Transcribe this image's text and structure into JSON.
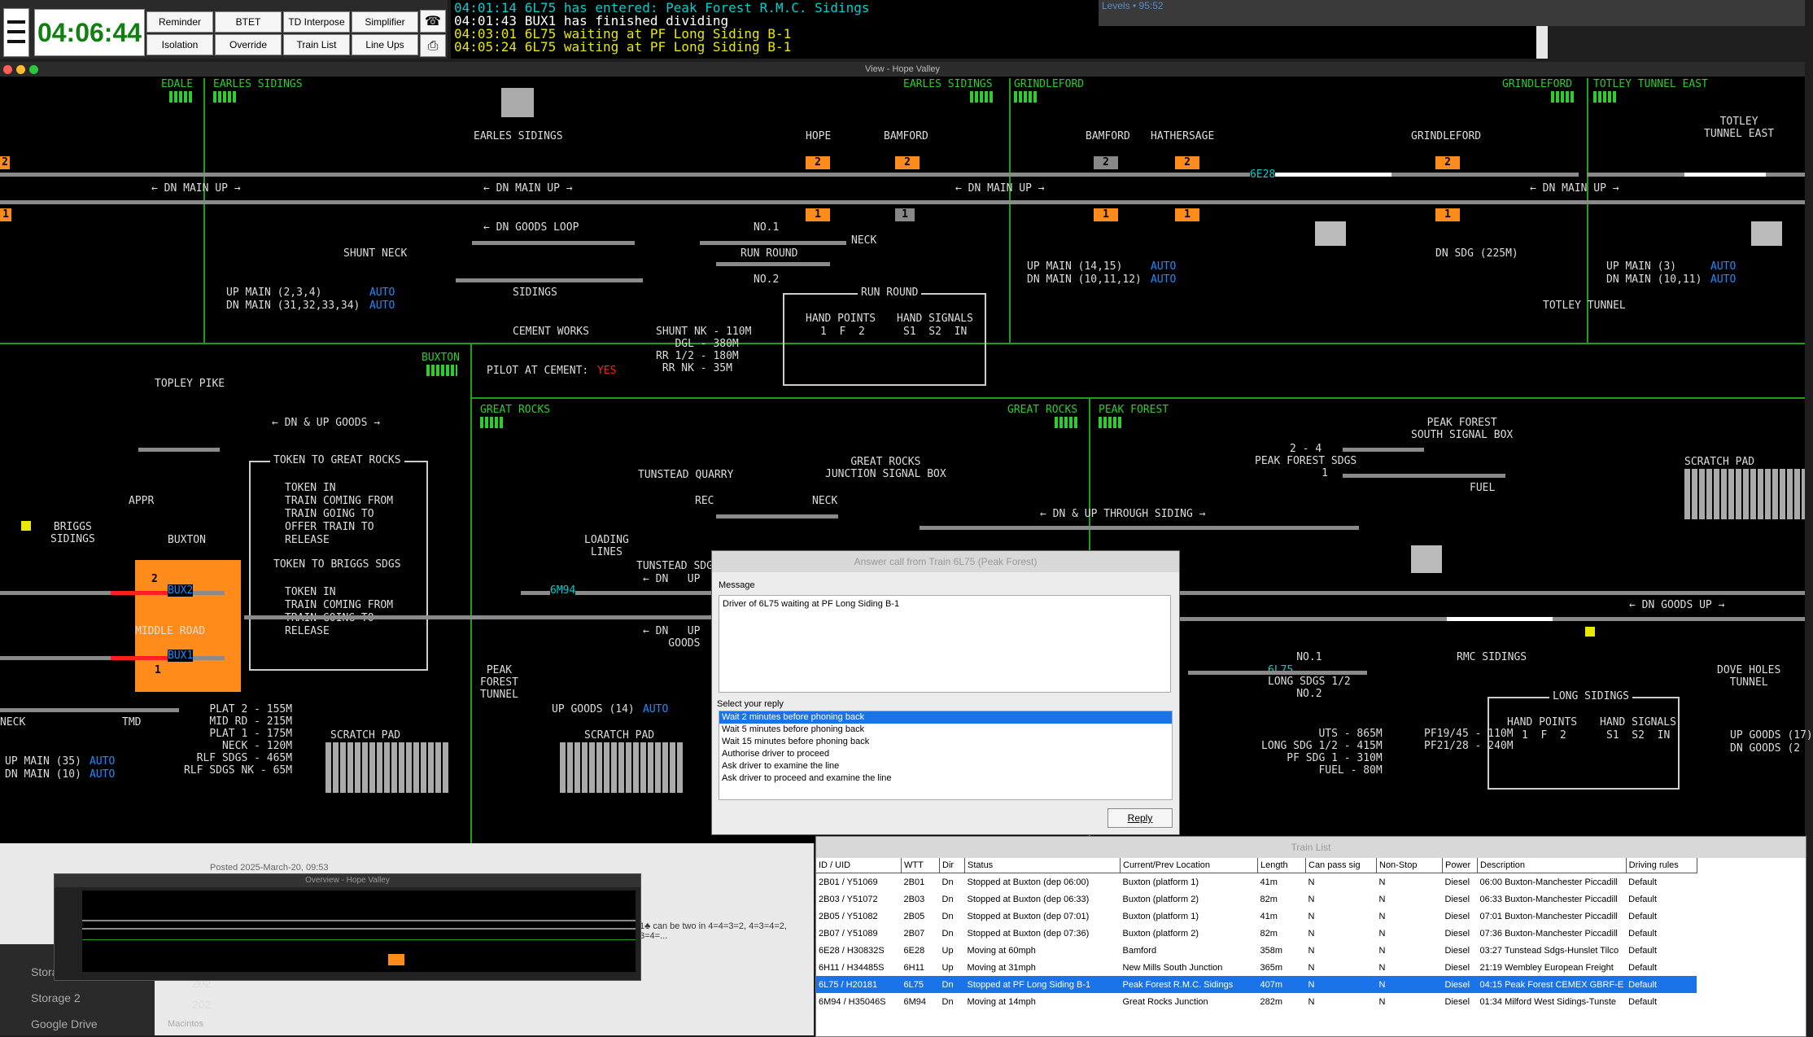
{
  "toolbar": {
    "clock": "04:06:44",
    "buttons": [
      "Reminder",
      "BTET",
      "TD Interpose",
      "Simplifier",
      "Isolation",
      "Override",
      "Train List",
      "Line Ups"
    ]
  },
  "messages": [
    {
      "text": "04:01:14 6L75 has entered: Peak Forest R.M.C. Sidings",
      "color": "#00d0d0"
    },
    {
      "text": "04:01:43 BUX1 has finished dividing",
      "color": "#ffffff"
    },
    {
      "text": "04:03:01 6L75 waiting at PF Long Siding B-1",
      "color": "#e8e800"
    },
    {
      "text": "04:05:24 6L75 waiting at PF Long Siding B-1",
      "color": "#e8e800"
    }
  ],
  "view": {
    "title": "View - Hope Valley",
    "labels": {
      "edale": "EDALE",
      "earles_sidings": "EARLES SIDINGS",
      "earles_sidings2": "EARLES SIDINGS",
      "grindleford": "GRINDLEFORD",
      "grindleford2": "GRINDLEFORD",
      "totley_tunnel_east": "TOTLEY TUNNEL EAST",
      "earles_sidings_box": "EARLES SIDINGS",
      "hope": "HOPE",
      "bamford": "BAMFORD",
      "bamford2": "BAMFORD",
      "hathersage": "HATHERSAGE",
      "grindleford_stn": "GRINDLEFORD",
      "totley_tunnel_east2": "TOTLEY\nTUNNEL EAST",
      "dn_main_up": "← DN MAIN UP →",
      "dn_goods_loop": "← DN GOODS LOOP",
      "shunt_neck": "SHUNT NECK",
      "sidings": "SIDINGS",
      "no1": "NO.1",
      "no2": "NO.2",
      "run_round": "RUN ROUND",
      "neck": "NECK",
      "dn_sdg": "DN SDG (225M)",
      "cement_works": "CEMENT WORKS",
      "pilot_at_cement": "PILOT AT CEMENT:",
      "pilot_value": "YES",
      "shunt_lengths": "SHUNT NK - 110M\n   DGL - 380M\nRR 1/2 - 180M\n RR NK - 35M",
      "up_main_234": "UP MAIN (2,3,4)",
      "dn_main_31": "DN MAIN (31,32,33,34)",
      "auto": "AUTO",
      "up_main_1415": "UP MAIN (14,15)",
      "dn_main_101112": "DN MAIN (10,11,12)",
      "up_main_3": "UP MAIN (3)",
      "dn_main_1011": "DN MAIN (10,11)",
      "totley_tunnel": "TOTLEY TUNNEL",
      "buxton": "BUXTON",
      "topley_pike": "TOPLEY PIKE",
      "dn_up_goods": "← DN & UP GOODS →",
      "token_great_rocks": "TOKEN TO GREAT ROCKS",
      "token_briggs": "TOKEN TO BRIGGS SDGS",
      "token_items1": [
        "TOKEN IN",
        "TRAIN COMING FROM",
        "TRAIN GOING TO",
        "OFFER TRAIN TO",
        "RELEASE"
      ],
      "token_items2": [
        "TOKEN IN",
        "TRAIN COMING FROM",
        "TRAIN GOING TO",
        "RELEASE"
      ],
      "appr": "APPR",
      "briggs_sidings": "BRIGGS\nSIDINGS",
      "buxton_stn": "BUXTON",
      "middle_road": "MIDDLE ROAD",
      "neck2": "NECK",
      "tmd": "TMD",
      "plat_lengths": "PLAT 2 - 155M\nMID RD - 215M\nPLAT 1 - 175M\n  NECK - 120M\nRLF SDGS - 465M\nRLF SDGS NK - 65M",
      "up_main_35": "UP MAIN (35)",
      "dn_main_10": "DN MAIN (10)",
      "scratch_pad": "SCRATCH PAD",
      "great_rocks": "GREAT ROCKS",
      "great_rocks2": "GREAT ROCKS",
      "peak_forest": "PEAK FOREST",
      "tunstead_quarry": "TUNSTEAD QUARRY",
      "great_rocks_box": "GREAT ROCKS\nJUNCTION SIGNAL BOX",
      "rec": "REC",
      "neck3": "NECK",
      "loading_lines": "LOADING\nLINES",
      "tunstead_sdg": "TUNSTEAD SDG",
      "dn_up": "← DN   UP",
      "dn_up_goods2": "← DN   UP\n    GOODS",
      "peak_forest_tunnel": "PEAK\nFOREST\nTUNNEL",
      "up_goods_14": "UP GOODS (14)",
      "pf_south_box": "PEAK FOREST\nSOUTH SIGNAL BOX",
      "pf_sdgs": "2 - 4\nPEAK FOREST SDGS\n      1",
      "fuel": "FUEL",
      "dn_up_through": "← DN & UP THROUGH SIDING →",
      "dn_goods_up": "← DN GOODS UP →",
      "rmc_sidings": "RMC SIDINGS",
      "long_sdgs": "NO.1\n\nLONG SDGS 1/2\nNO.2",
      "long_sidings": "LONG SIDINGS",
      "dove_holes": "DOVE HOLES\nTUNNEL",
      "up_goods_17": "UP GOODS (17)",
      "dn_goods_2": "DN GOODS (2",
      "uts_lengths": "  UTS - 865M\nLONG SDG 1/2 - 415M\n  PF SDG 1 - 310M\n     FUEL - 80M",
      "pf_lengths": "PF19/45 - 110M\nPF21/28 - 240M",
      "hand_points": "HAND POINTS",
      "hand_signals": "HAND SIGNALS",
      "hp_cols": "1  F  2",
      "hs_cols": "S1  S2  IN",
      "td_6e28": "6E28",
      "td_bux2": "BUX2",
      "td_bux1": "BUX1",
      "td_6m94": "6M94",
      "td_6l75": "6L75",
      "plat2": "2",
      "plat1": "1",
      "num2": "2",
      "num1": "1"
    }
  },
  "dialog": {
    "title": "Answer call from Train 6L75 (Peak Forest)",
    "message_label": "Message",
    "message": "Driver of 6L75 waiting at PF Long Siding B-1",
    "reply_label": "Select your reply",
    "replies": [
      "Wait 2 minutes before phoning back",
      "Wait 5 minutes before phoning back",
      "Wait 15 minutes before phoning back",
      "Authorise driver to proceed",
      "Ask driver to examine the line",
      "Ask driver to proceed and examine the line"
    ],
    "selected_reply": 0,
    "reply_button": "Reply"
  },
  "train_list": {
    "title": "Train List",
    "columns": [
      "ID / UID",
      "WTT",
      "Dir",
      "Status",
      "Current/Prev Location",
      "Length",
      "Can pass sig",
      "Non-Stop",
      "Power",
      "Description",
      "Driving rules"
    ],
    "rows": [
      [
        "2B01 / Y51069",
        "2B01",
        "Dn",
        "Stopped at Buxton (dep 06:00)",
        "Buxton (platform 1)",
        "41m",
        "N",
        "N",
        "Diesel",
        "06:00  Buxton-Manchester Piccadill",
        "Default"
      ],
      [
        "2B03 / Y51072",
        "2B03",
        "Dn",
        "Stopped at Buxton (dep 06:33)",
        "Buxton (platform 2)",
        "82m",
        "N",
        "N",
        "Diesel",
        "06:33  Buxton-Manchester Piccadill",
        "Default"
      ],
      [
        "2B05 / Y51082",
        "2B05",
        "Dn",
        "Stopped at Buxton (dep 07:01)",
        "Buxton (platform 1)",
        "41m",
        "N",
        "N",
        "Diesel",
        "07:01  Buxton-Manchester Piccadill",
        "Default"
      ],
      [
        "2B07 / Y51089",
        "2B07",
        "Dn",
        "Stopped at Buxton (dep 07:36)",
        "Buxton (platform 2)",
        "82m",
        "N",
        "N",
        "Diesel",
        "07:36  Buxton-Manchester Piccadill",
        "Default"
      ],
      [
        "6E28 / H30832S",
        "6E28",
        "Up",
        "Moving at 60mph",
        "Bamford",
        "358m",
        "N",
        "N",
        "Diesel",
        "03:27  Tunstead Sdgs-Hunslet Tilco",
        "Default"
      ],
      [
        "6H11 / H34485S",
        "6H11",
        "Up",
        "Moving at 31mph",
        "New Mills South Junction",
        "365m",
        "N",
        "N",
        "Diesel",
        "21:19  Wembley European Freight",
        "Default"
      ],
      [
        "6L75 / H20181",
        "6L75",
        "Dn",
        "Stopped at PF Long Siding B-1",
        "Peak Forest R.M.C. Sidings",
        "407m",
        "N",
        "N",
        "Diesel",
        "04:15  Peak Forest CEMEX GBRF-E",
        "Default"
      ],
      [
        "6M94 / H35046S",
        "6M94",
        "Dn",
        "Moving at 14mph",
        "Great Rocks Junction",
        "282m",
        "N",
        "N",
        "Diesel",
        "01:34  Milford West Sidings-Tunste",
        "Default"
      ]
    ],
    "selected_row": 6
  },
  "background": {
    "overview_title": "Overview - Hope Valley",
    "posted": "Posted 2025-March-20, 09:53",
    "snippet": "1♣ can be two in 4=4=3=2, 4=3=4=2, 3=4=...",
    "sidebar": [
      "Storage",
      "Storage 2",
      "Google Drive"
    ],
    "files": [
      "202",
      "202",
      "Macintos"
    ],
    "top_right": "Levels • 95:52"
  },
  "colors": {
    "signal_green": "#2ecc2e",
    "auto_blue": "#1a8cff",
    "platform_orange": "#ff8c1a",
    "selection": "#1a73e8"
  }
}
